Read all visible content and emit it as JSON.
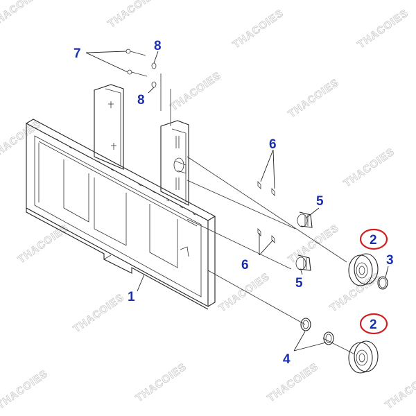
{
  "diagram": {
    "callouts": [
      {
        "id": "c1",
        "text": "1"
      },
      {
        "id": "c2a",
        "text": "2"
      },
      {
        "id": "c2b",
        "text": "2"
      },
      {
        "id": "c3",
        "text": "3"
      },
      {
        "id": "c4",
        "text": "4"
      },
      {
        "id": "c5a",
        "text": "5"
      },
      {
        "id": "c5b",
        "text": "5"
      },
      {
        "id": "c6a",
        "text": "6"
      },
      {
        "id": "c6b",
        "text": "6"
      },
      {
        "id": "c7",
        "text": "7"
      },
      {
        "id": "c8a",
        "text": "8"
      },
      {
        "id": "c8b",
        "text": "8"
      }
    ],
    "highlight_color": "#d01f1f",
    "label_color": "#1a2fb0",
    "watermark": "THACOIES"
  }
}
